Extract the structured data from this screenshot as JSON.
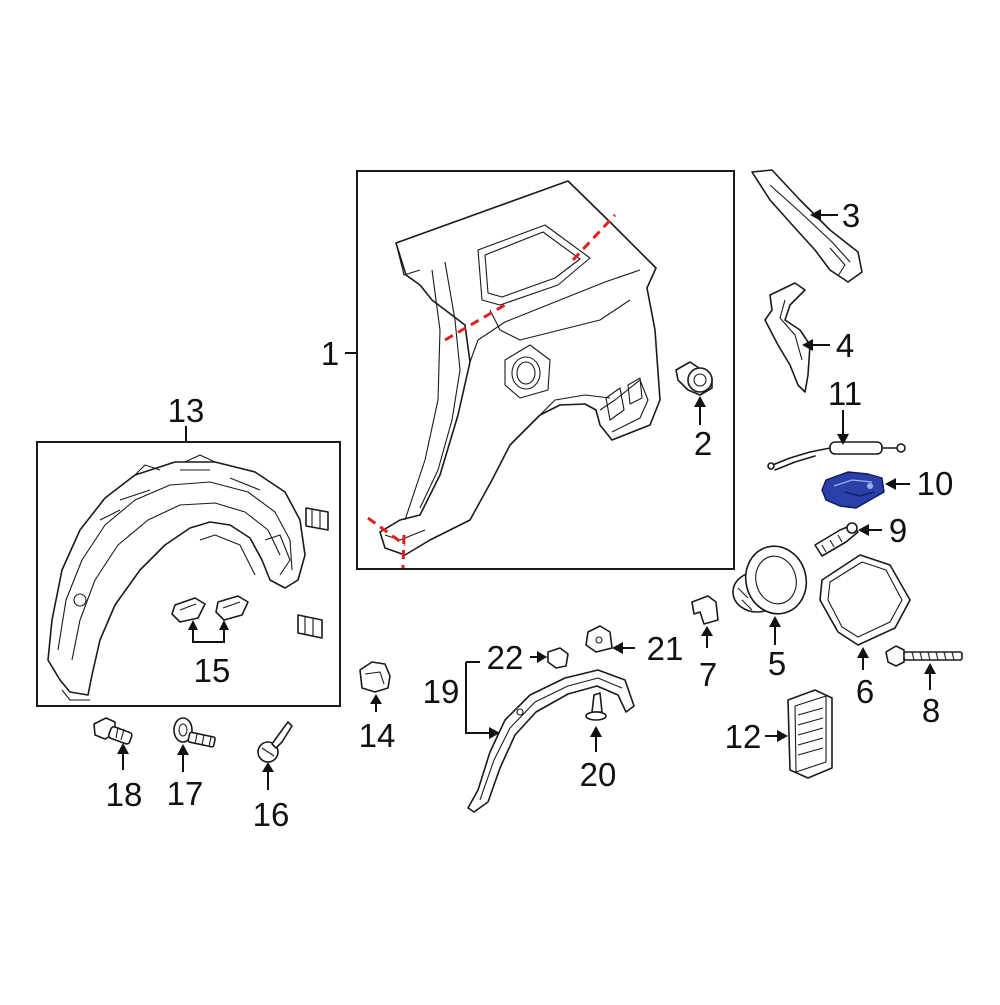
{
  "colors": {
    "highlight": "#2b3fa8",
    "cut_line": "#e02020",
    "line": "#1a1a1a"
  },
  "highlighted_part": "10",
  "callouts": {
    "c1": "1",
    "c2": "2",
    "c3": "3",
    "c4": "4",
    "c5": "5",
    "c6": "6",
    "c7": "7",
    "c8": "8",
    "c9": "9",
    "c10": "10",
    "c11": "11",
    "c12": "12",
    "c13": "13",
    "c14": "14",
    "c15": "15",
    "c16": "16",
    "c17": "17",
    "c18": "18",
    "c19": "19",
    "c20": "20",
    "c21": "21",
    "c22": "22"
  }
}
